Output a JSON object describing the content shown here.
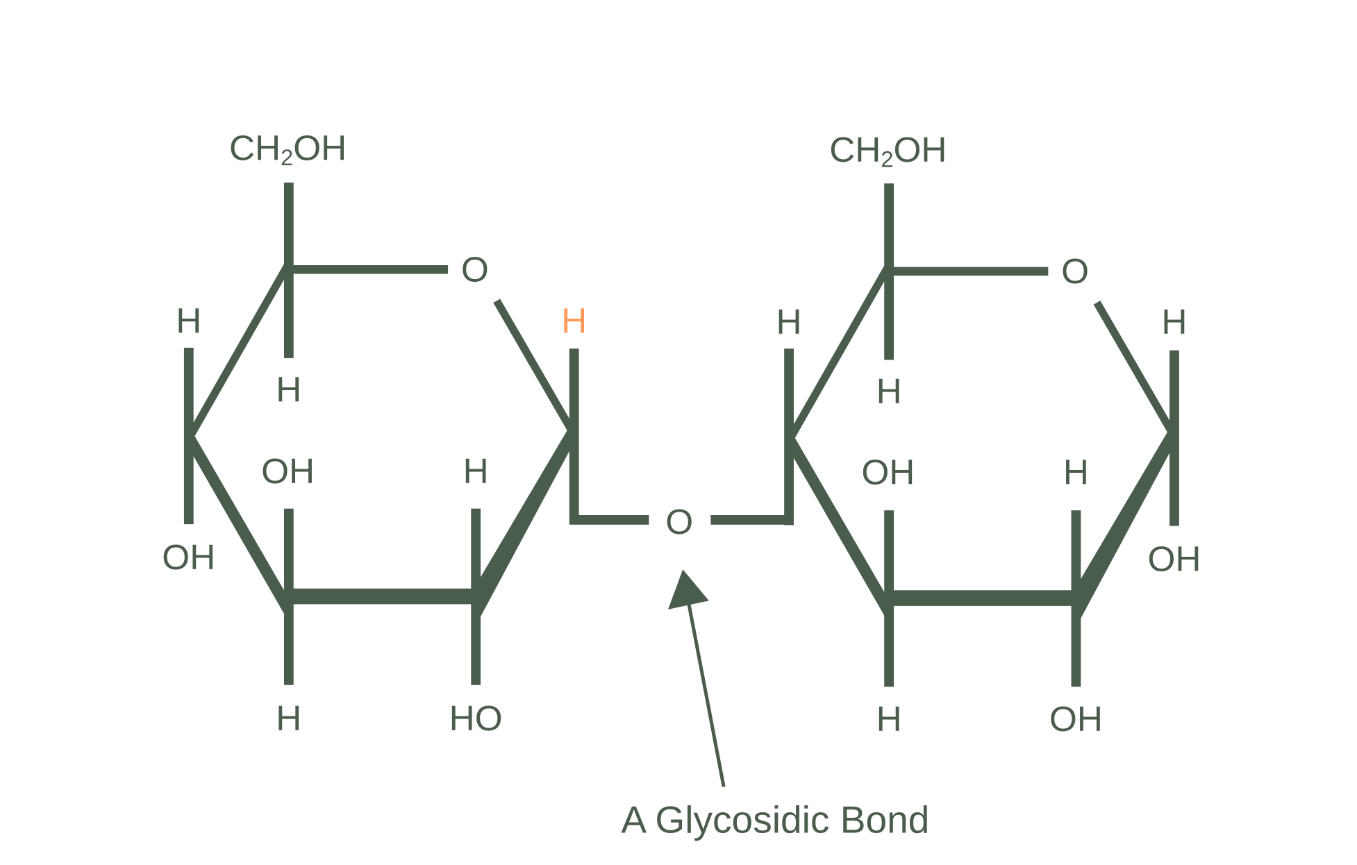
{
  "diagram": {
    "title": "A Glycosidic Bond",
    "colors": {
      "bond": "#4a5c4b",
      "label": "#4a5c4b",
      "highlight": "#ff9a5a",
      "background": "#ffffff"
    },
    "left_ring": {
      "ch2oh": "CH",
      "ch2oh_sub": "2",
      "ch2oh_tail": "OH",
      "ring_o": "O",
      "c4_up": "H",
      "c4_down": "OH",
      "c5_down": "H",
      "c3_up": "OH",
      "c3_down": "H",
      "c2_up": "H",
      "c2_down": "HO",
      "c1_up": "H"
    },
    "bridge_o": "O",
    "right_ring": {
      "ch2oh": "CH",
      "ch2oh_sub": "2",
      "ch2oh_tail": "OH",
      "ring_o": "O",
      "c4_up": "H",
      "c5_down": "H",
      "c3_up": "OH",
      "c3_down": "H",
      "c2_up": "H",
      "c2_down": "OH",
      "c1_up": "H",
      "c1_down": "OH"
    },
    "arrow_label": "A Glycosidic Bond"
  }
}
